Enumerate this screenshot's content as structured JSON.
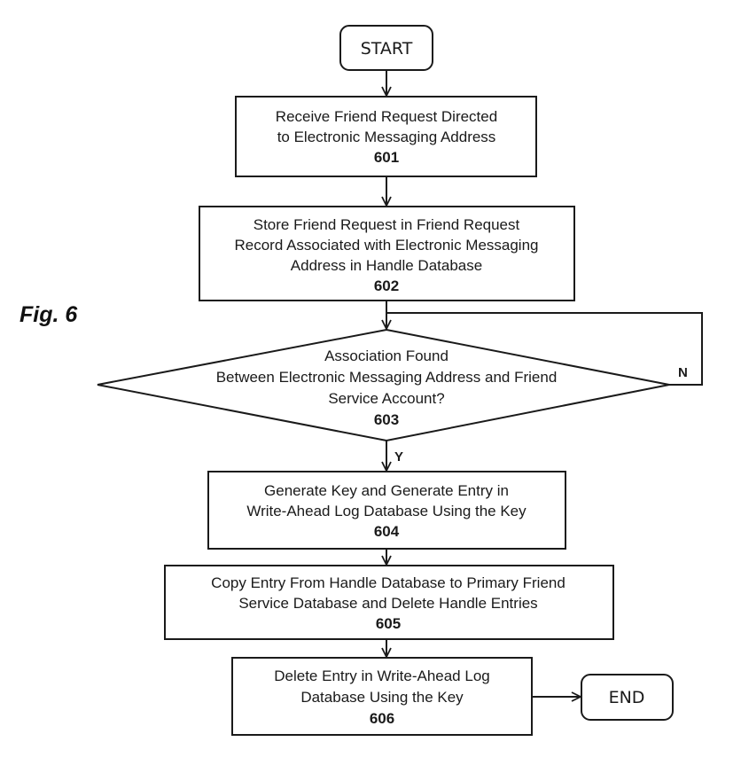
{
  "figure_label": "Fig. 6",
  "start": {
    "label": "START"
  },
  "end": {
    "label": "END"
  },
  "steps": [
    {
      "id": "601",
      "lines": [
        "Receive Friend Request Directed",
        "to Electronic Messaging Address"
      ]
    },
    {
      "id": "602",
      "lines": [
        "Store Friend Request in Friend Request",
        "Record Associated with Electronic Messaging",
        "Address in Handle Database"
      ]
    },
    {
      "id": "603",
      "type": "decision",
      "lines": [
        "Association Found",
        "Between Electronic Messaging Address and Friend",
        "Service Account?"
      ]
    },
    {
      "id": "604",
      "lines": [
        "Generate Key and Generate Entry in",
        "Write-Ahead Log Database Using the Key"
      ]
    },
    {
      "id": "605",
      "lines": [
        "Copy Entry From Handle Database to Primary Friend",
        "Service Database and Delete Handle Entries"
      ]
    },
    {
      "id": "606",
      "lines": [
        "Delete Entry in Write-Ahead Log",
        "Database Using the Key"
      ]
    }
  ],
  "decision_labels": {
    "yes": "Y",
    "no": "N"
  }
}
